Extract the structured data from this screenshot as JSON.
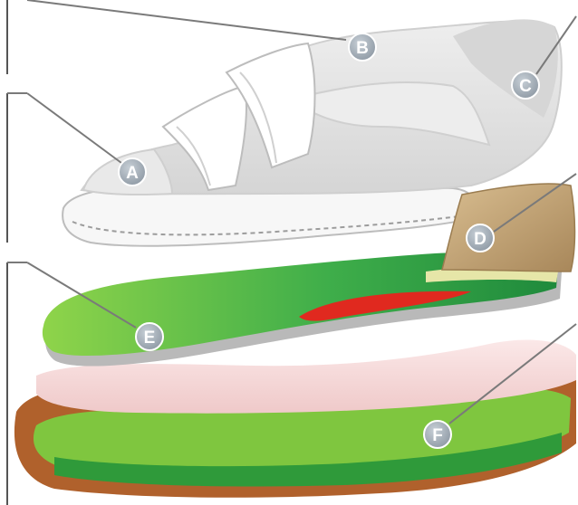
{
  "diagram": {
    "callouts": [
      {
        "letter": "A",
        "part": "shoe-upper-toe"
      },
      {
        "letter": "B",
        "part": "velcro-straps"
      },
      {
        "letter": "C",
        "part": "heel-collar"
      },
      {
        "letter": "D",
        "part": "heel-counter"
      },
      {
        "letter": "E",
        "part": "insole"
      },
      {
        "letter": "F",
        "part": "outsole"
      }
    ]
  },
  "colors": {
    "callout_fill": "#a9b3bd",
    "callout_stroke": "#ffffff",
    "leader_line": "#7a7a7a",
    "shoe_upper": "#e3e3e3",
    "insole_green": "#3fae4a",
    "insole_light": "#8fd44a",
    "arch_red": "#e0291f",
    "outsole_brown": "#b0612c",
    "liner_pink": "#f4d2d2",
    "heel_tan": "#c8a877"
  }
}
